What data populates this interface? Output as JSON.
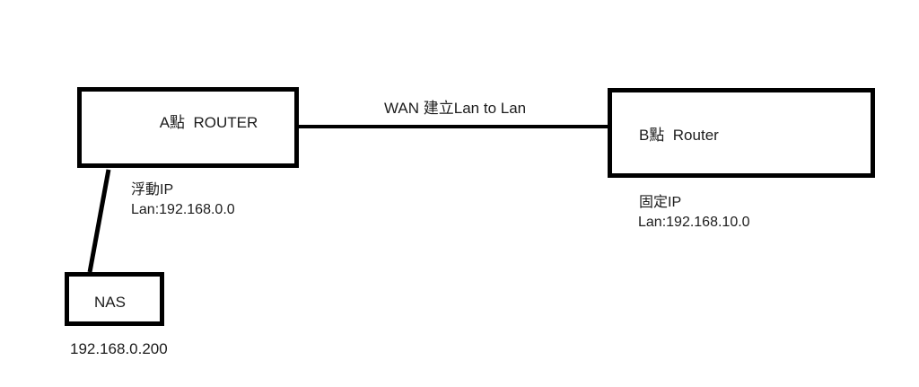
{
  "diagram": {
    "router_a": {
      "label": "A點  ROUTER",
      "ip_type": "浮動IP",
      "lan": "Lan:192.168.0.0"
    },
    "router_b": {
      "label": "B點  Router",
      "ip_type": "固定IP",
      "lan": "Lan:192.168.10.0"
    },
    "nas": {
      "label": "NAS",
      "ip": "192.168.0.200"
    },
    "wan_link": {
      "label": "WAN 建立Lan to Lan"
    },
    "colors": {
      "line": "#000000",
      "text": "#1c1c1c",
      "background": "#ffffff"
    }
  }
}
